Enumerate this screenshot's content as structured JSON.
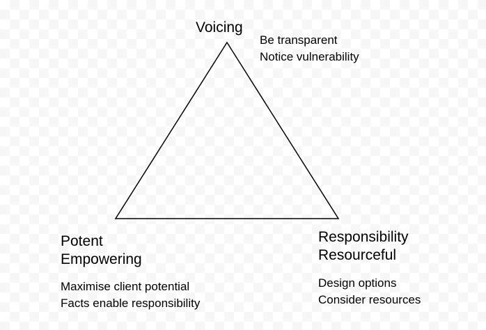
{
  "top": {
    "title": "Voicing",
    "notes": [
      "Be transparent",
      "Notice vulnerability"
    ]
  },
  "left": {
    "titles": [
      "Potent",
      "Empowering"
    ],
    "notes": [
      "Maximise client potential",
      "Facts enable responsibility"
    ]
  },
  "right": {
    "titles": [
      "Responsibility",
      "Resourceful"
    ],
    "notes": [
      "Design options",
      "Consider resources"
    ]
  },
  "colors": {
    "stroke": "#000000",
    "background": "#ffffff"
  }
}
